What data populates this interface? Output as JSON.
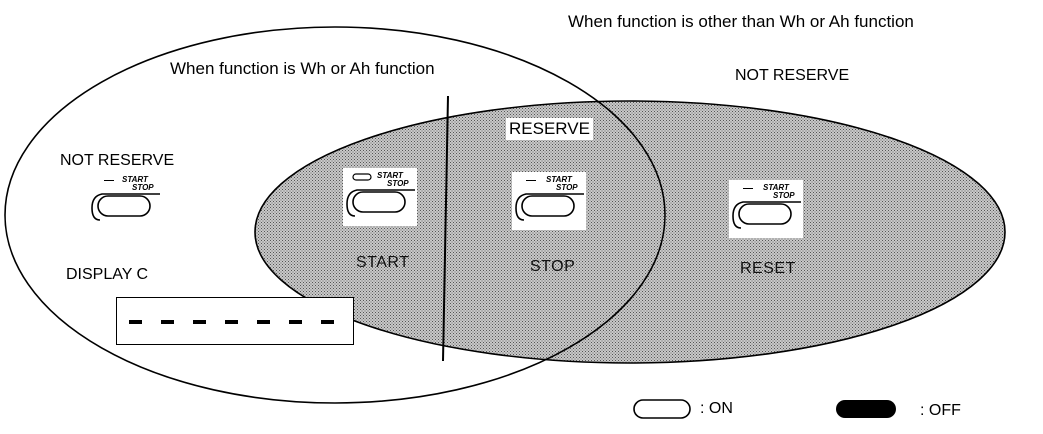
{
  "captions": {
    "wh_ah": "When function is Wh or Ah function",
    "other": "When function is other than Wh or Ah function"
  },
  "left_area": {
    "not_reserve": "NOT RESERVE",
    "display_label": "DISPLAY C",
    "display_segments": [
      "-",
      "-",
      "-",
      "-",
      "-",
      "-",
      "-"
    ]
  },
  "right_area": {
    "not_reserve": "NOT RESERVE"
  },
  "reserve_area": {
    "title": "RESERVE"
  },
  "buttons": {
    "start_label": "START",
    "stop_label": "STOP"
  },
  "states": {
    "start": "START",
    "stop": "STOP",
    "reset": "RESET"
  },
  "legend": {
    "on": ": ON",
    "off": ": OFF"
  }
}
